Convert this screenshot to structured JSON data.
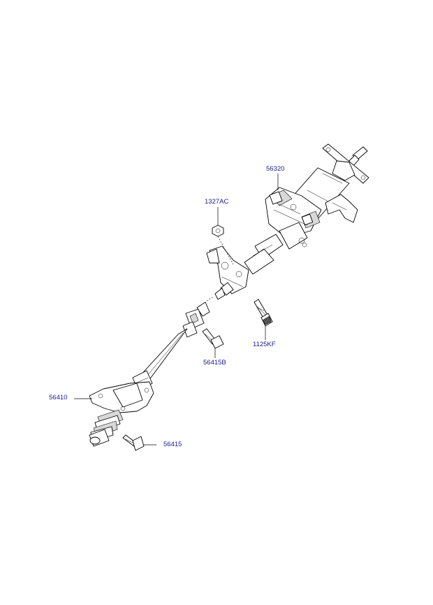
{
  "callouts": {
    "column_upper": "56320",
    "nut": "1327AC",
    "bolt_right": "1125KF",
    "bolt_joint": "56415B",
    "shaft_lower": "56410",
    "bolt_bottom": "56415"
  }
}
